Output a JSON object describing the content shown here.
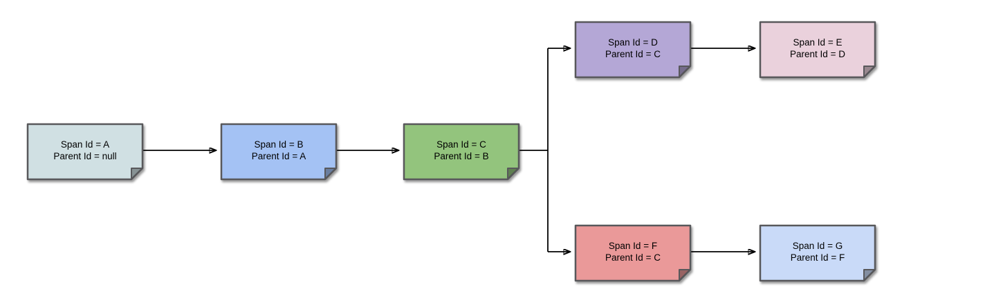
{
  "diagram": {
    "colors": {
      "background": "#ffffff",
      "node_border": "#58585b",
      "connector": "#000000",
      "text": "#000000",
      "fold_shade": "rgba(0,0,0,0.35)"
    },
    "nodes": {
      "A": {
        "span_id": "A",
        "parent_id": "null",
        "line1": "Span Id = A",
        "line2": "Parent Id = null",
        "fill": "#d0e0e3"
      },
      "B": {
        "span_id": "B",
        "parent_id": "A",
        "line1": "Span Id = B",
        "line2": "Parent Id = A",
        "fill": "#a4c2f4"
      },
      "C": {
        "span_id": "C",
        "parent_id": "B",
        "line1": "Span Id = C",
        "line2": "Parent Id = B",
        "fill": "#93c47d"
      },
      "D": {
        "span_id": "D",
        "parent_id": "C",
        "line1": "Span Id = D",
        "line2": "Parent Id = C",
        "fill": "#b4a7d6"
      },
      "E": {
        "span_id": "E",
        "parent_id": "D",
        "line1": "Span Id = E",
        "line2": "Parent Id = D",
        "fill": "#ead1dc"
      },
      "F": {
        "span_id": "F",
        "parent_id": "C",
        "line1": "Span Id = F",
        "line2": "Parent Id = C",
        "fill": "#ea9999"
      },
      "G": {
        "span_id": "G",
        "parent_id": "F",
        "line1": "Span Id = G",
        "line2": "Parent Id = F",
        "fill": "#c9daf8"
      }
    },
    "edges": [
      {
        "from": "A",
        "to": "B"
      },
      {
        "from": "B",
        "to": "C"
      },
      {
        "from": "C",
        "to": "D"
      },
      {
        "from": "C",
        "to": "F"
      },
      {
        "from": "D",
        "to": "E"
      },
      {
        "from": "F",
        "to": "G"
      }
    ]
  }
}
